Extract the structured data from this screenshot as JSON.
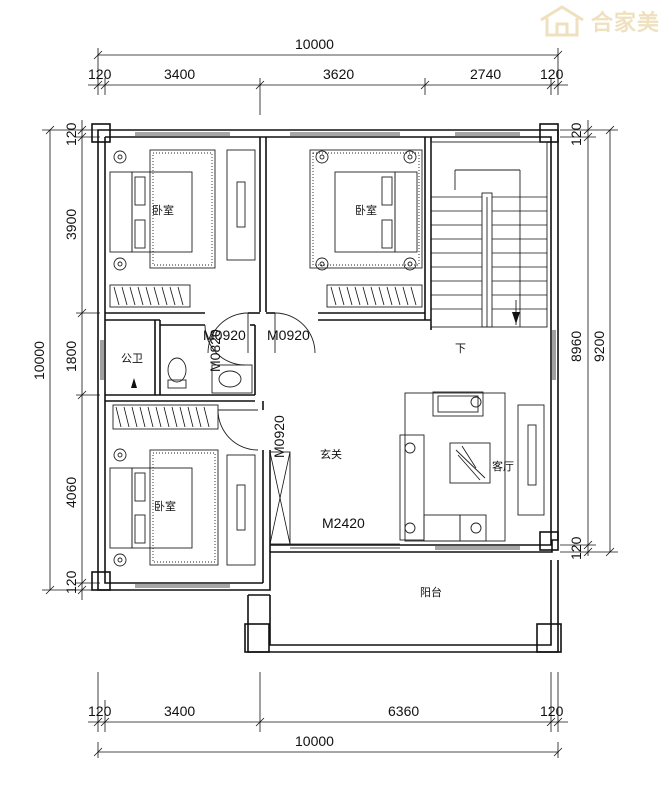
{
  "brand": {
    "logo_text": "合家美"
  },
  "dimensions": {
    "top_total": "10000",
    "top_segments": [
      "120",
      "3400",
      "3620",
      "2740",
      "120"
    ],
    "bottom_segments": [
      "120",
      "3400",
      "6360",
      "120"
    ],
    "bottom_total": "10000",
    "left_segments": [
      "120",
      "3900",
      "1800",
      "4060",
      "120"
    ],
    "left_total": "10000",
    "right_segments": [
      "120",
      "8960",
      "120"
    ],
    "right_total": "9200"
  },
  "rooms": {
    "bedroom_1": "卧室",
    "bedroom_2": "卧室",
    "bedroom_3": "卧室",
    "bathroom": "公卫",
    "foyer": "玄关",
    "living": "客厅",
    "balcony": "阳台",
    "stairs_down": "下"
  },
  "doors": {
    "d1": "M0920",
    "d2": "M0920",
    "d3": "M0820",
    "d4": "M0920",
    "d5": "M2420"
  }
}
